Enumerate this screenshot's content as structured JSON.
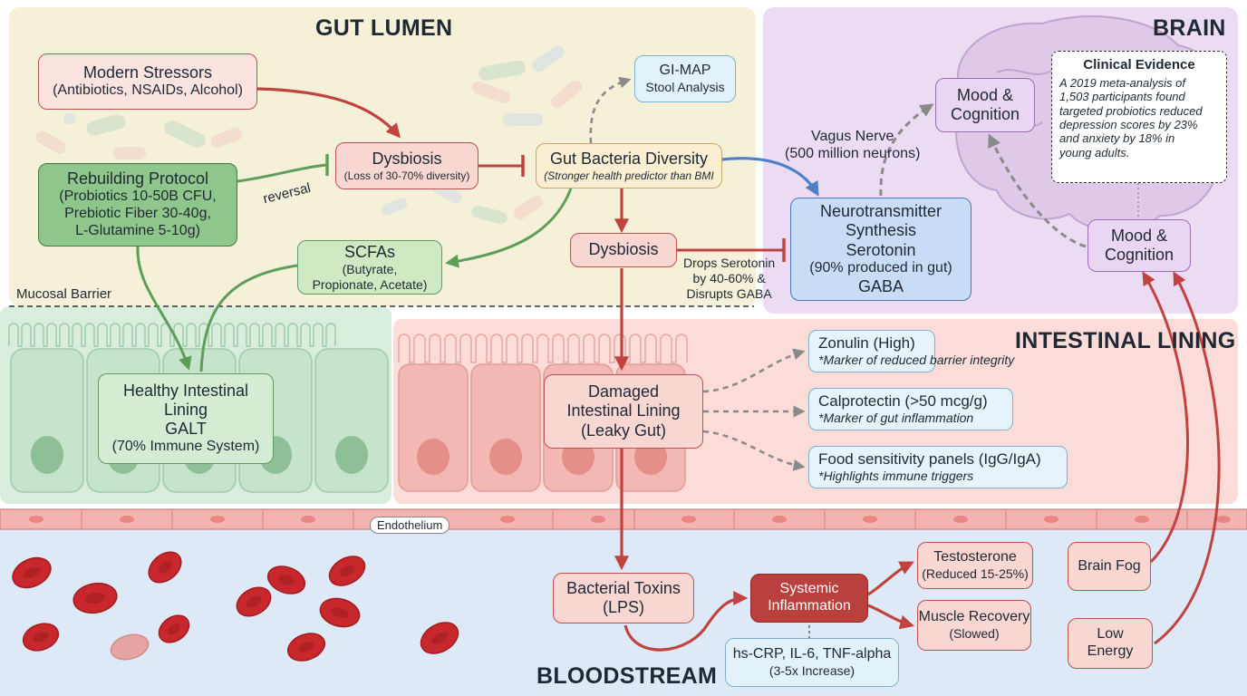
{
  "regions": {
    "gut_lumen": "GUT LUMEN",
    "brain": "BRAIN",
    "intestinal_lining": "INTESTINAL LINING",
    "bloodstream": "BLOODSTREAM",
    "mucosal_barrier": "Mucosal Barrier",
    "endothelium": "Endothelium"
  },
  "nodes": {
    "modern_stressors": {
      "title": "Modern Stressors",
      "sub": "(Antibiotics, NSAIDs, Alcohol)"
    },
    "rebuilding_protocol": {
      "title": "Rebuilding Protocol",
      "lines": [
        "(Probiotics 10-50B CFU,",
        "Prebiotic Fiber 30-40g,",
        "L-Glutamine 5-10g)"
      ]
    },
    "dysbiosis_top": {
      "title": "Dysbiosis",
      "sub": "(Loss of 30-70% diversity)"
    },
    "gi_map": {
      "title": "GI-MAP",
      "sub": "Stool Analysis"
    },
    "gut_bacteria": {
      "title": "Gut Bacteria Diversity",
      "sub": "(Stronger health predictor than BMI"
    },
    "scfas": {
      "title": "SCFAs",
      "lines": [
        "(Butyrate,",
        "Propionate, Acetate)"
      ]
    },
    "dysbiosis_mid": {
      "title": "Dysbiosis"
    },
    "neurotransmitter": {
      "lines": [
        "Neurotransmitter",
        "Synthesis",
        "Serotonin",
        "(90% produced in gut)",
        "GABA"
      ]
    },
    "mood_top": {
      "lines": [
        "Mood &",
        "Cognition"
      ]
    },
    "mood_right": {
      "lines": [
        "Mood &",
        "Cognition"
      ]
    },
    "healthy_lining": {
      "lines": [
        "Healthy Intestinal",
        "Lining",
        "GALT",
        "(70% Immune System)"
      ]
    },
    "damaged_lining": {
      "lines": [
        "Damaged",
        "Intestinal Lining",
        "(Leaky Gut)"
      ]
    },
    "bacterial_toxins": {
      "lines": [
        "Bacterial Toxins",
        "(LPS)"
      ]
    },
    "systemic_inflammation": {
      "lines": [
        "Systemic",
        "Inflammation"
      ]
    },
    "inflammation_markers": {
      "lines": [
        "hs-CRP, IL-6, TNF-alpha",
        "(3-5x Increase)"
      ]
    },
    "testosterone": {
      "lines": [
        "Testosterone",
        "(Reduced 15-25%)"
      ]
    },
    "muscle_recovery": {
      "lines": [
        "Muscle Recovery",
        "(Slowed)"
      ]
    },
    "brain_fog": {
      "title": "Brain Fog"
    },
    "low_energy": {
      "lines": [
        "Low",
        "Energy"
      ]
    }
  },
  "markers": [
    {
      "title": "Zonulin (High)",
      "note": "*Marker of reduced barrier integrity"
    },
    {
      "title": "Calprotectin (>50 mcg/g)",
      "note": "*Marker of gut inflammation"
    },
    {
      "title": "Food sensitivity panels (IgG/IgA)",
      "note": "*Highlights immune triggers"
    }
  ],
  "labels": {
    "reversal": "reversal",
    "vagus": [
      "Vagus Nerve",
      "(500 million neurons)"
    ],
    "drops": [
      "Drops Serotonin",
      "by 40-60% &",
      "Disrupts GABA"
    ]
  },
  "evidence": {
    "title": "Clinical Evidence",
    "body": "A 2019 meta-analysis of\n1,503 participants found\ntargeted probiotics reduced\ndepression scores by 23%\nand anxiety by 18% in\nyoung adults."
  },
  "colors": {
    "gut_lumen_bg": "#f5f0d8",
    "brain_bg": "#ecdcf3",
    "healthy_lining_bg": "#d9eddd",
    "damaged_lining_bg": "#fbdcd8",
    "bloodstream_bg": "#dde9f7",
    "arrow_red": "#c0433f",
    "arrow_green": "#5f9e5a",
    "arrow_blue": "#4f7fc4",
    "arrow_gray": "#8a8a8a",
    "blood_cell": "#c8282b"
  }
}
